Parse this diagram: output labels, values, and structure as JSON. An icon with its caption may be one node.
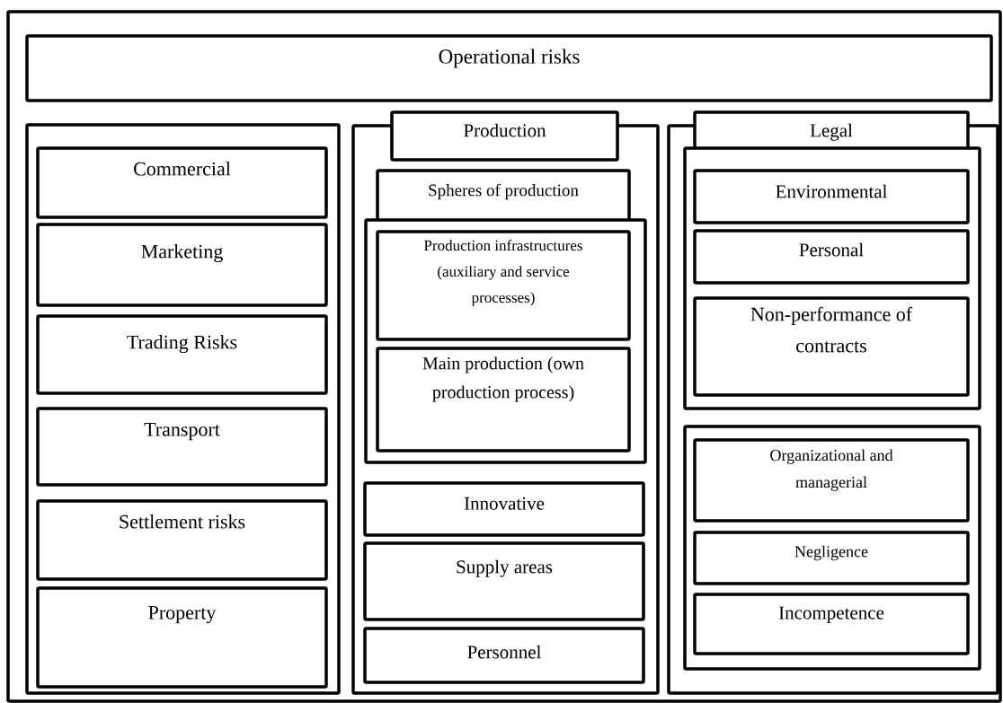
{
  "diagram": {
    "nodes": [
      {
        "text": [],
        "shape": "box"
      },
      {
        "text": [
          "Operational risks"
        ],
        "in": 0
      },
      {
        "text": [],
        "shape": "box",
        "in": 0
      },
      {
        "text": [
          "Commercial"
        ],
        "in": 2
      },
      {
        "text": [
          "Marketing"
        ],
        "in": 2
      },
      {
        "text": [
          "Trading Risks"
        ],
        "in": 2
      },
      {
        "text": [
          "Transport"
        ],
        "in": 2
      },
      {
        "text": [
          "Settlement risks"
        ],
        "in": 2
      },
      {
        "text": [
          "Property"
        ],
        "in": 2
      },
      {
        "text": [],
        "shape": "box",
        "in": 0
      },
      {
        "text": [
          "Production"
        ],
        "in": 0
      },
      {
        "text": [
          "Spheres of production"
        ],
        "in": 9
      },
      {
        "text": [],
        "shape": "box",
        "in": 9
      },
      {
        "text": [
          "Production infrastructures (auxiliary and service processes)"
        ],
        "in": 12
      },
      {
        "text": [
          "Main production (own production process)"
        ],
        "in": 12
      },
      {
        "text": [
          "Innovative"
        ],
        "in": 9
      },
      {
        "text": [
          "Supply areas"
        ],
        "in": 9
      },
      {
        "text": [
          "Personnel"
        ],
        "in": 9
      },
      {
        "text": [],
        "shape": "box",
        "in": 0
      },
      {
        "text": [
          "Legal"
        ],
        "in": 0
      },
      {
        "text": [],
        "shape": "box",
        "in": 18
      },
      {
        "text": [
          "Environmental"
        ],
        "in": 20
      },
      {
        "text": [
          "Personal"
        ],
        "in": 20
      },
      {
        "text": [
          "Non-performance of contracts"
        ],
        "in": 20
      },
      {
        "text": [],
        "shape": "box",
        "in": 18
      },
      {
        "text": [
          "Organizational and managerial"
        ],
        "in": 24
      },
      {
        "text": [
          "Negligence"
        ],
        "in": 24
      },
      {
        "text": [
          "Incompetence"
        ],
        "in": 24
      }
    ]
  }
}
